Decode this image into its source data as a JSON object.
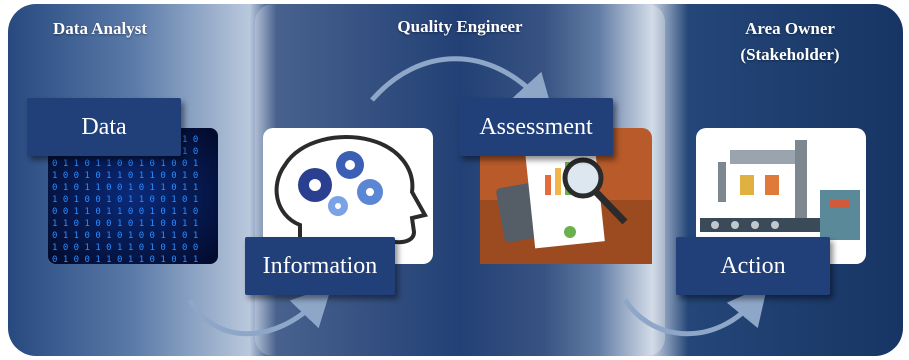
{
  "columns": {
    "data_analyst": "Data Analyst",
    "quality_engineer": "Quality Engineer",
    "area_owner_line1": "Area Owner",
    "area_owner_line2": "(Stakeholder)"
  },
  "stages": {
    "data": "Data",
    "information": "Information",
    "assessment": "Assessment",
    "action": "Action"
  },
  "colors": {
    "navy": "#1c3c74",
    "label_box": "#213f78",
    "binary_blue": "#1e7fe0"
  },
  "icons": [
    "binary-code-image",
    "brain-gears-image",
    "magnifier-report-image",
    "factory-robot-image"
  ]
}
